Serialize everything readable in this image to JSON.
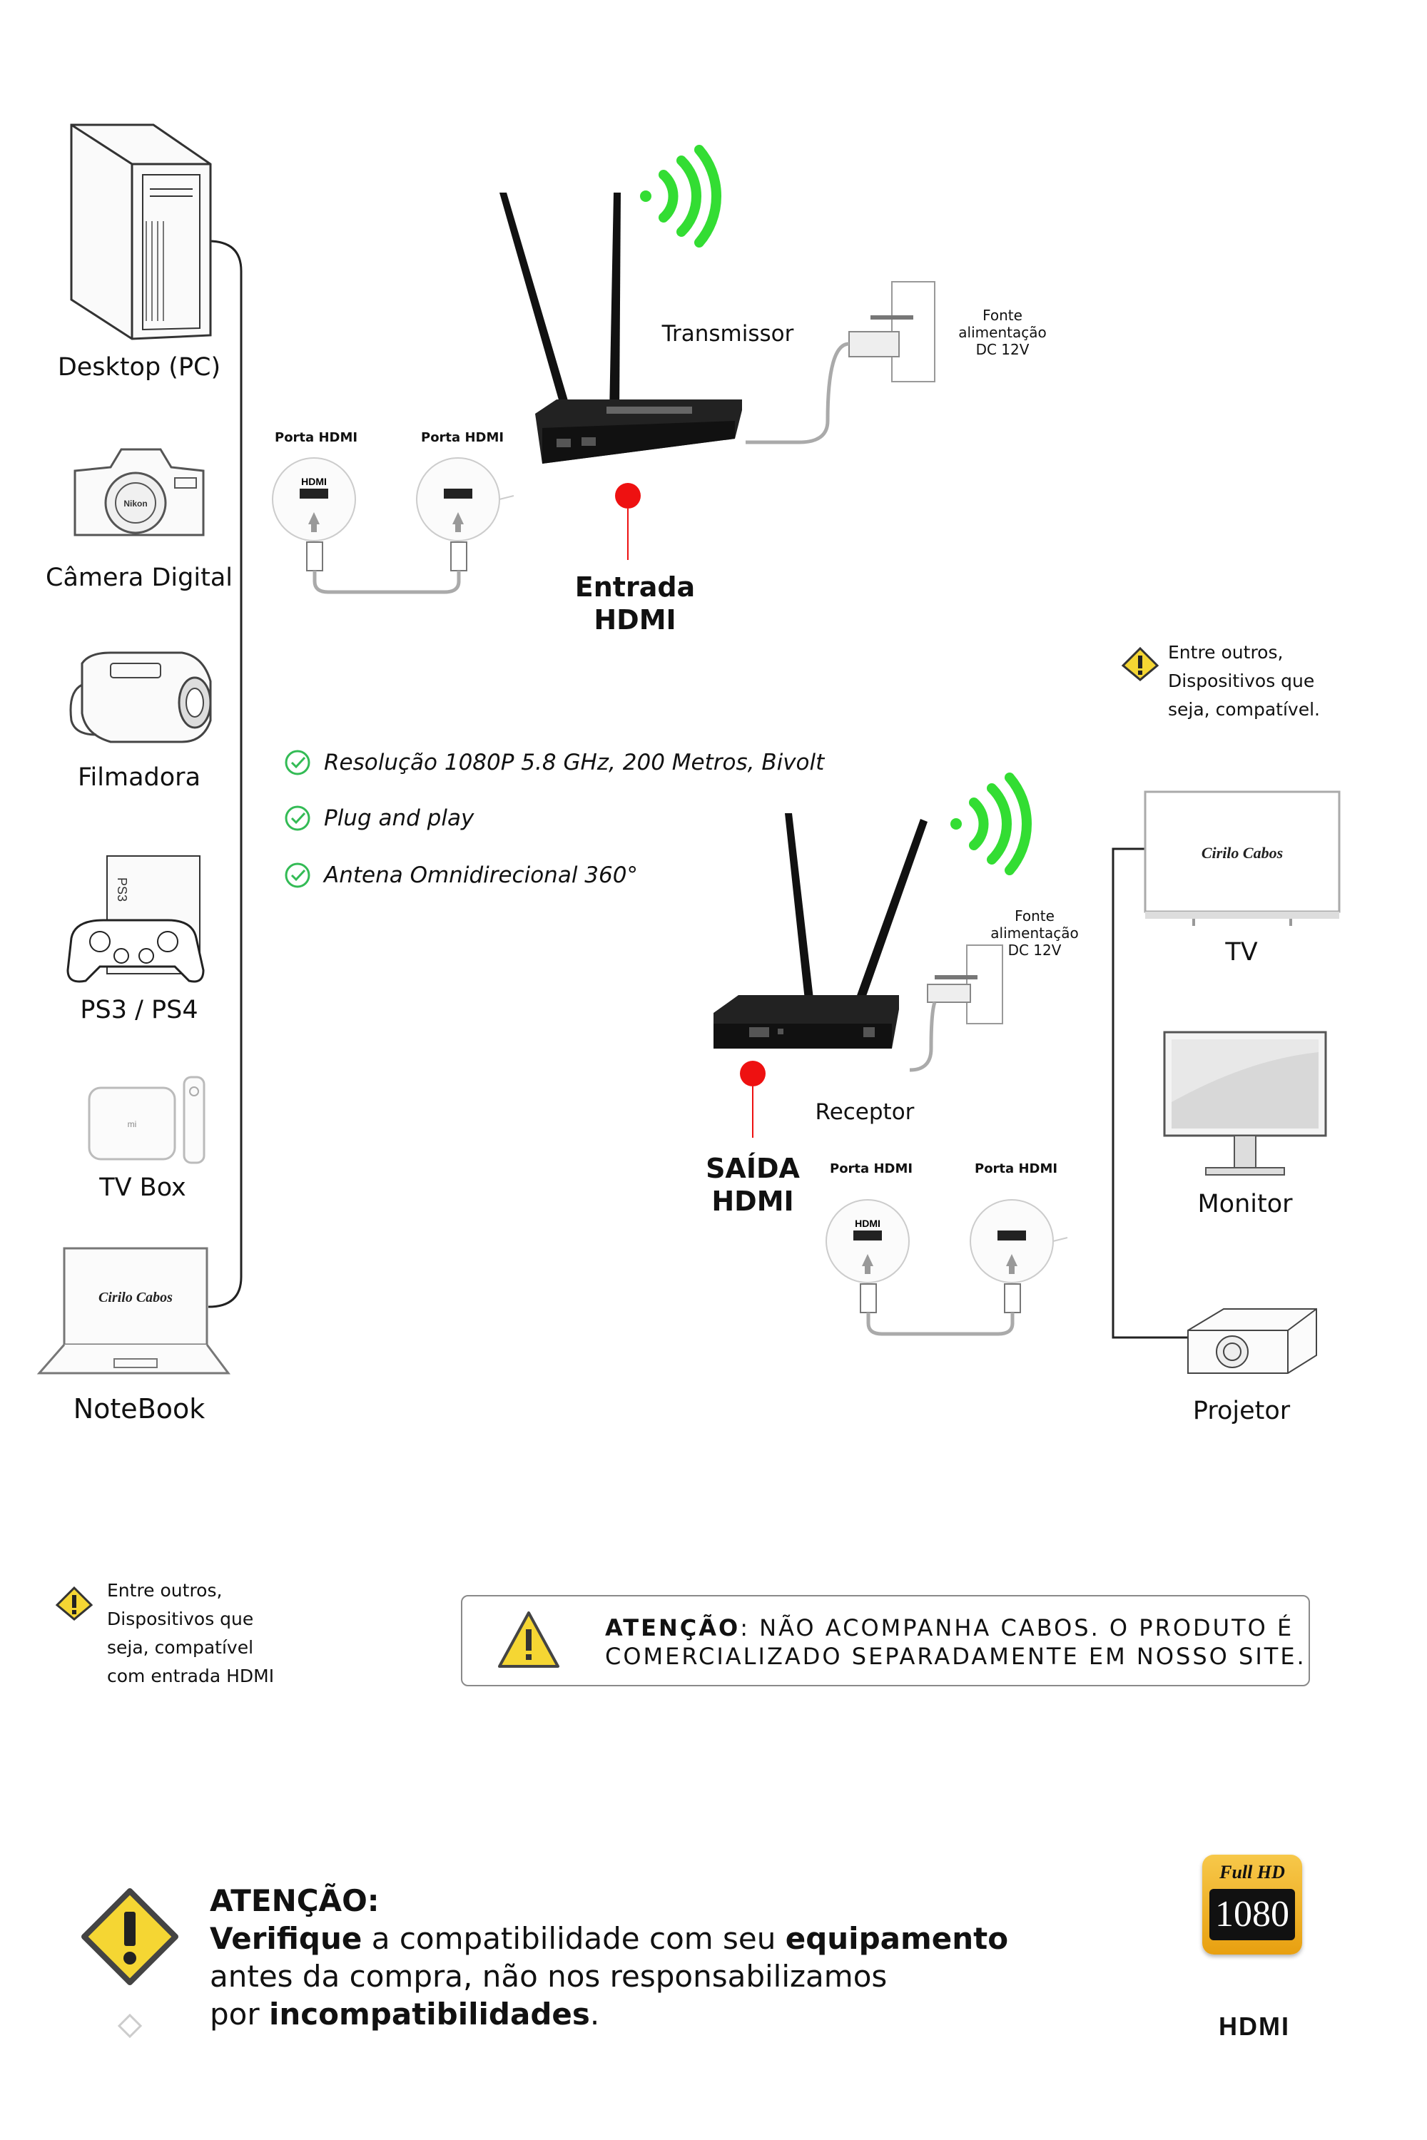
{
  "sources": [
    {
      "label": "Desktop (PC)",
      "icon": "desktop-pc-icon"
    },
    {
      "label": "Câmera Digital",
      "icon": "camera-icon"
    },
    {
      "label": "Filmadora",
      "icon": "camcorder-icon"
    },
    {
      "label": "PS3 / PS4",
      "icon": "gamepad-icon"
    },
    {
      "label": "TV Box",
      "icon": "tv-box-icon"
    },
    {
      "label": "NoteBook",
      "icon": "notebook-icon"
    }
  ],
  "displays": [
    {
      "label": "TV",
      "icon": "tv-icon"
    },
    {
      "label": "Monitor",
      "icon": "monitor-icon"
    },
    {
      "label": "Projetor",
      "icon": "projector-icon"
    }
  ],
  "transmitter": {
    "label": "Transmissor",
    "power": [
      "Fonte",
      "alimentação",
      "DC 12V"
    ],
    "port_left": "Porta HDMI",
    "port_right": "Porta HDMI",
    "input_label": [
      "Entrada",
      "HDMI"
    ]
  },
  "receiver": {
    "label": "Receptor",
    "power": [
      "Fonte",
      "alimentação",
      "DC 12V"
    ],
    "port_left": "Porta HDMI",
    "port_right": "Porta HDMI",
    "output_label": [
      "SAÍDA",
      "HDMI"
    ]
  },
  "features": [
    "Resolução  1080P 5.8 GHz, 200 Metros, Bivolt",
    "Plug and play",
    "Antena Omnidirecional 360°"
  ],
  "note_right": [
    "Entre outros,",
    "Dispositivos que",
    "seja, compatível."
  ],
  "note_left": [
    "Entre outros,",
    "Dispositivos que",
    "seja, compatível",
    "com entrada  HDMI"
  ],
  "cable_warning": {
    "bold": "ATENÇÃO",
    "line1": ": NÃO ACOMPANHA CABOS. O PRODUTO É",
    "line2": "COMERCIALIZADO SEPARADAMENTE EM NOSSO SITE."
  },
  "bottom": {
    "title": "ATENÇÃO:",
    "l1_b1": "Verifique",
    "l1_t1": " a compatibilidade com seu ",
    "l1_b2": "equipamento",
    "l2": "antes da compra, não nos responsabilizamos",
    "l3_t": "por ",
    "l3_b": "incompatibilidades",
    "l3_end": "."
  },
  "logos": {
    "fullhd_top": "Full HD",
    "fullhd_num": "1080",
    "hdmi": "HDMI",
    "brand": "Cirilo Cabos"
  },
  "colors": {
    "wifi": "#33dd33",
    "dot": "#ee1111",
    "check": "#33bb55",
    "warn": "#f5d633"
  }
}
